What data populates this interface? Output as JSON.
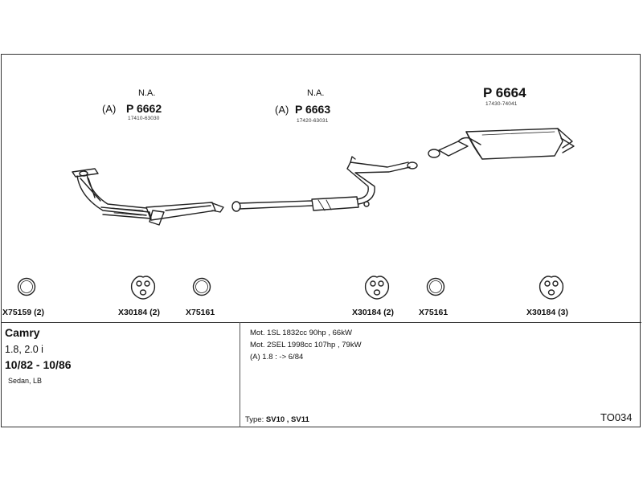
{
  "parts": [
    {
      "status": "N.A.",
      "prefix": "(A)",
      "number": "P 6662",
      "oem": "17410-63030"
    },
    {
      "status": "N.A.",
      "prefix": "(A)",
      "number": "P 6663",
      "oem": "17420-63031"
    },
    {
      "number": "P 6664",
      "oem": "17430-74041"
    }
  ],
  "hardware": [
    {
      "label": "X75159 (2)",
      "icon": "ring-gasket-icon"
    },
    {
      "label": "X30184 (2)",
      "icon": "rubber-hanger-icon"
    },
    {
      "label": "X75161",
      "icon": "ring-gasket-icon"
    },
    {
      "label": "X30184 (2)",
      "icon": "rubber-hanger-icon"
    },
    {
      "label": "X75161",
      "icon": "ring-gasket-icon"
    },
    {
      "label": "X30184 (3)",
      "icon": "rubber-hanger-icon"
    }
  ],
  "vehicle": {
    "model": "Camry",
    "engines": "1.8, 2.0 i",
    "years": "10/82 - 10/86",
    "body": "Sedan, LB"
  },
  "notes": [
    "Mot. 1SL 1832cc 90hp , 66kW",
    "Mot. 2SEL 1998cc 107hp , 79kW",
    "(A) 1.8 : -> 6/84"
  ],
  "type_label": "Type:",
  "type_value": "SV10 , SV11",
  "code": "TO034"
}
